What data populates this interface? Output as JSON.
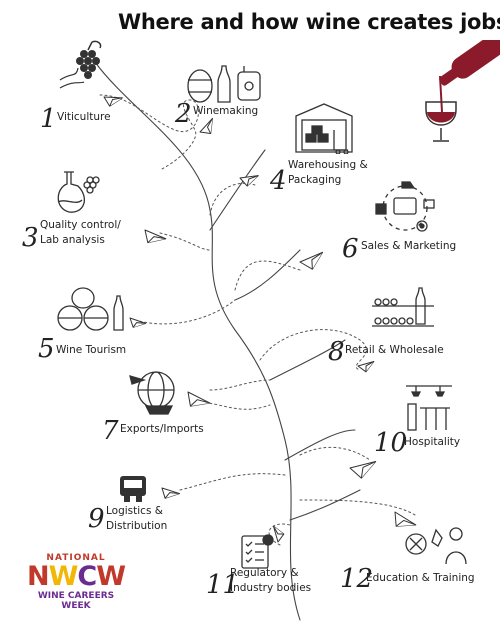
{
  "title": "Where and how wine creates jobs",
  "items": [
    {
      "num": "1",
      "label": "Viticulture",
      "icon": "grapes-vineyard-icon"
    },
    {
      "num": "2",
      "label": "Winemaking",
      "icon": "barrel-bottle-tank-icon"
    },
    {
      "num": "3",
      "label": "Quality control/\nLab analysis",
      "icon": "flask-grapes-icon"
    },
    {
      "num": "4",
      "label": "Warehousing &\nPackaging",
      "icon": "warehouse-boxes-icon"
    },
    {
      "num": "5",
      "label": "Wine Tourism",
      "icon": "barrels-icon"
    },
    {
      "num": "6",
      "label": "Sales & Marketing",
      "icon": "marketing-cycle-icon"
    },
    {
      "num": "7",
      "label": "Exports/Imports",
      "icon": "globe-ship-plane-icon"
    },
    {
      "num": "8",
      "label": "Retail & Wholesale",
      "icon": "wine-shelf-icon"
    },
    {
      "num": "9",
      "label": "Logistics &\nDistribution",
      "icon": "truck-icon"
    },
    {
      "num": "10",
      "label": "Hospitality",
      "icon": "bar-counter-icon"
    },
    {
      "num": "11",
      "label": "Regulatory &\nIndustry bodies",
      "icon": "checklist-icon"
    },
    {
      "num": "12",
      "label": "Education & Training",
      "icon": "teacher-icon"
    }
  ],
  "logo": {
    "line1": "NATIONAL",
    "line2": "NWCW",
    "line3": "WINE CAREERS",
    "line4": "WEEK"
  },
  "colors": {
    "wine": "#8b1a2b",
    "ink": "#222222",
    "logo_red": "#c0392b",
    "logo_purple": "#6a2c91",
    "logo_yellow": "#f2b705"
  }
}
